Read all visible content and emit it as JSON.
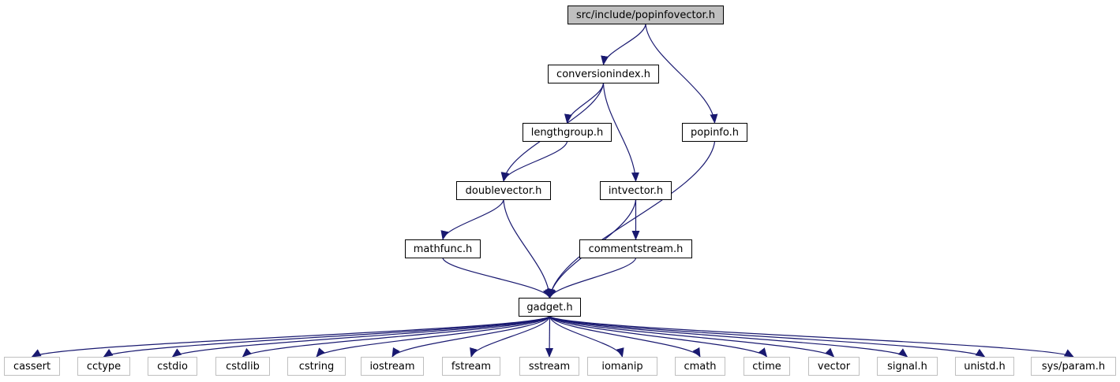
{
  "diagram": {
    "edge_color": "#191970",
    "node_border_color": "#000000",
    "external_border_color": "#bfbfbf",
    "root_fill_color": "#bfbfbf",
    "nodes": {
      "root": "src/include/popinfovector.h",
      "conversionindex": "conversionindex.h",
      "popinfo": "popinfo.h",
      "lengthgroup": "lengthgroup.h",
      "doublevector": "doublevector.h",
      "intvector": "intvector.h",
      "mathfunc": "mathfunc.h",
      "commentstream": "commentstream.h",
      "gadget": "gadget.h",
      "cassert": "cassert",
      "cctype": "cctype",
      "cstdio": "cstdio",
      "cstdlib": "cstdlib",
      "cstring": "cstring",
      "iostream": "iostream",
      "fstream": "fstream",
      "sstream": "sstream",
      "iomanip": "iomanip",
      "cmath": "cmath",
      "ctime": "ctime",
      "vector": "vector",
      "signal": "signal.h",
      "unistd": "unistd.h",
      "sysparam": "sys/param.h"
    },
    "edges": [
      [
        "root",
        "conversionindex"
      ],
      [
        "root",
        "popinfo"
      ],
      [
        "conversionindex",
        "lengthgroup"
      ],
      [
        "conversionindex",
        "doublevector"
      ],
      [
        "conversionindex",
        "intvector"
      ],
      [
        "lengthgroup",
        "doublevector"
      ],
      [
        "doublevector",
        "mathfunc"
      ],
      [
        "doublevector",
        "gadget"
      ],
      [
        "intvector",
        "commentstream"
      ],
      [
        "intvector",
        "gadget"
      ],
      [
        "mathfunc",
        "gadget"
      ],
      [
        "commentstream",
        "gadget"
      ],
      [
        "popinfo",
        "gadget"
      ],
      [
        "gadget",
        "cassert"
      ],
      [
        "gadget",
        "cctype"
      ],
      [
        "gadget",
        "cstdio"
      ],
      [
        "gadget",
        "cstdlib"
      ],
      [
        "gadget",
        "cstring"
      ],
      [
        "gadget",
        "iostream"
      ],
      [
        "gadget",
        "fstream"
      ],
      [
        "gadget",
        "sstream"
      ],
      [
        "gadget",
        "iomanip"
      ],
      [
        "gadget",
        "cmath"
      ],
      [
        "gadget",
        "ctime"
      ],
      [
        "gadget",
        "vector"
      ],
      [
        "gadget",
        "signal"
      ],
      [
        "gadget",
        "unistd"
      ],
      [
        "gadget",
        "sysparam"
      ]
    ]
  }
}
